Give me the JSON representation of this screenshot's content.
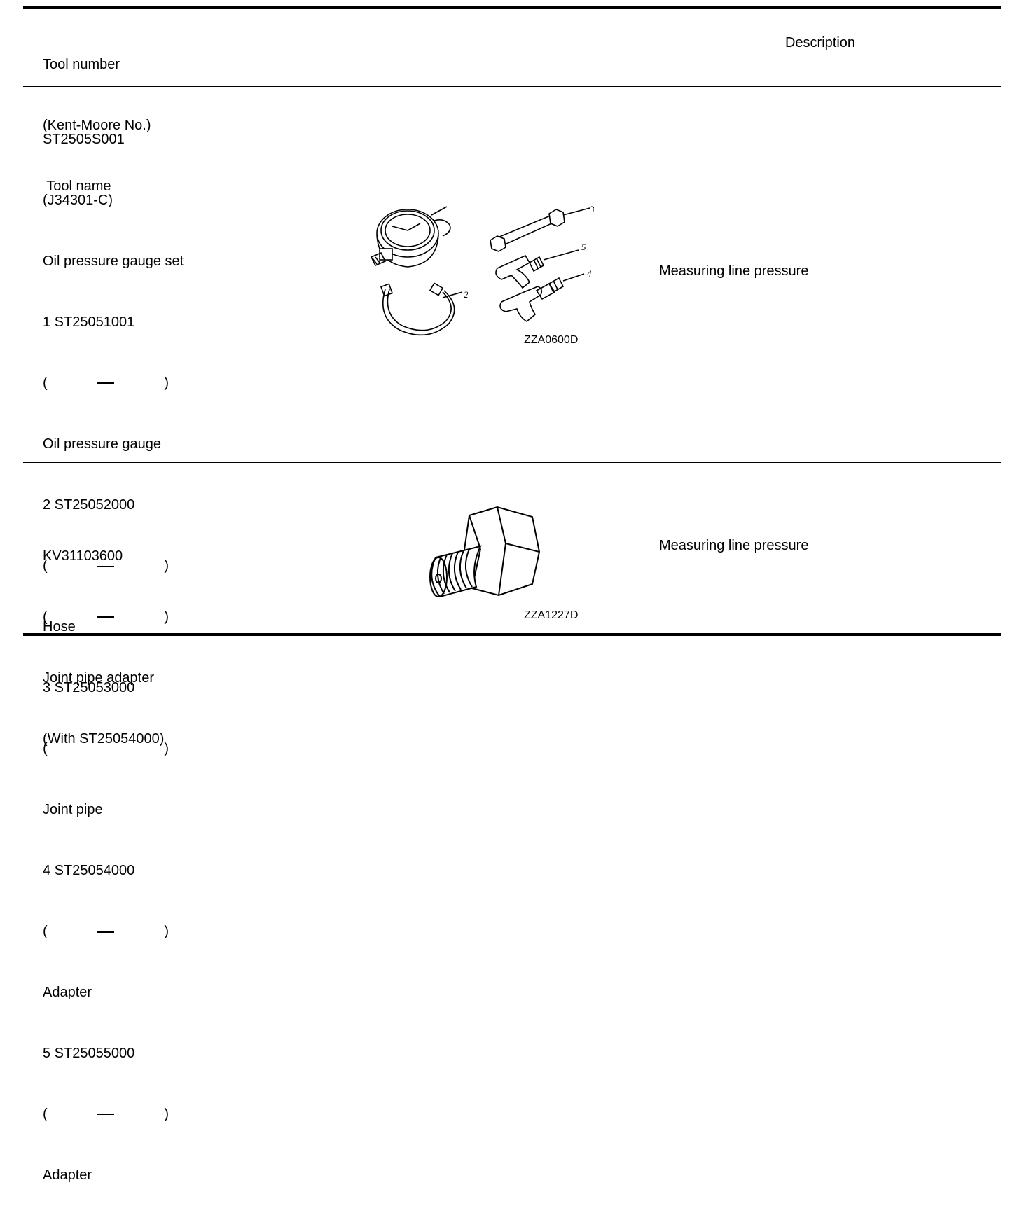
{
  "header": {
    "col1": [
      "Tool number",
      "(Kent-Moore No.)",
      " Tool name"
    ],
    "col3": "Description"
  },
  "rows": [
    {
      "lines": [
        "ST2505S001",
        "(J34301-C)",
        "Oil pressure gauge set",
        "1 ST25051001",
        "—",
        "Oil pressure gauge",
        "2 ST25052000",
        "—",
        "Hose",
        "3 ST25053000",
        "—",
        "Joint pipe",
        "4 ST25054000",
        "—",
        "Adapter",
        "5 ST25055000",
        "—",
        "Adapter"
      ],
      "figure_id": "ZZA0600D",
      "figure_labels": [
        "3",
        "5",
        "4",
        "2"
      ],
      "description": "Measuring line pressure"
    },
    {
      "lines": [
        "KV31103600",
        "—",
        "Joint pipe adapter",
        "(With ST25054000)"
      ],
      "figure_id": "ZZA1227D",
      "description": "Measuring line pressure"
    }
  ]
}
